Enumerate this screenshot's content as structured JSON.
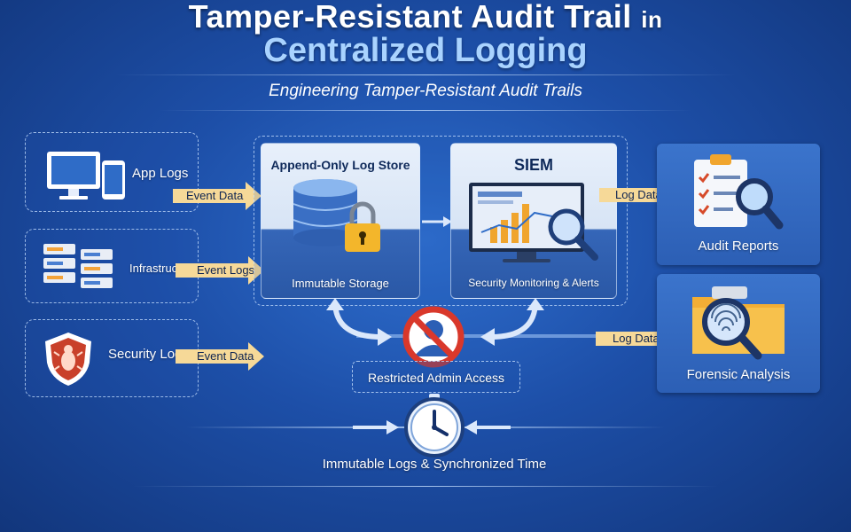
{
  "header": {
    "title_main": "Tamper-Resistant Audit Trail",
    "title_in": "in",
    "title_line2": "Centralized Logging",
    "subtitle": "Engineering Tamper-Resistant Audit Trails"
  },
  "sources": [
    {
      "label": "App Logs",
      "icon": "computer-phone-icon",
      "flow": "Event Data"
    },
    {
      "label": "Infrastructure",
      "icon": "server-rack-icon",
      "flow": "Event Logs"
    },
    {
      "label": "Security Logs",
      "icon": "shield-bug-icon",
      "flow": "Event Data"
    }
  ],
  "store": {
    "title": "Append-Only Log Store",
    "caption": "Immutable Storage",
    "icon": "database-lock-icon"
  },
  "siem": {
    "title": "SIEM",
    "caption": "Security Monitoring & Alerts",
    "icon": "monitor-chart-magnifier-icon"
  },
  "outputs": [
    {
      "label": "Audit Reports",
      "flow": "Log Data",
      "icon": "clipboard-magnifier-icon"
    },
    {
      "label": "Forensic Analysis",
      "flow": "Log Data",
      "icon": "folder-fingerprint-icon"
    }
  ],
  "admin": {
    "label": "Restricted Admin Access",
    "icon": "no-admin-icon"
  },
  "time": {
    "label": "Immutable Logs & Synchronized Time",
    "icon": "clock-icon"
  },
  "colors": {
    "accent_arrow": "#f6d998",
    "title_blue": "#a9d3ff",
    "bg": "#1d4fa8"
  }
}
